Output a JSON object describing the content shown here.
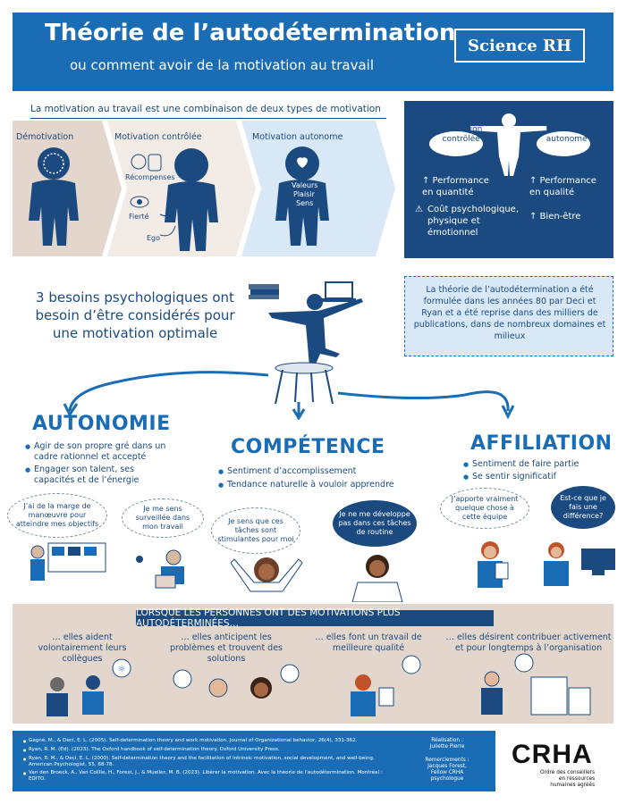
{
  "header": {
    "title": "Théorie de l’autodétermination",
    "subtitle": "ou comment avoir de la motivation au travail",
    "brand": "Science RH"
  },
  "intro": "La motivation au travail est une combinaison de deux types de motivation",
  "motivation_types": {
    "demotivation": "Démotivation",
    "controlled": "Motivation contrôlée",
    "autonomous": "Motivation autonome",
    "rewards": "Récompenses",
    "pride": "Fierté",
    "ego": "Ego",
    "values": [
      "Valeurs",
      "Plaisir",
      "Sens"
    ]
  },
  "comparison": {
    "left_label": [
      "Motivation",
      "contrôlée"
    ],
    "right_label": [
      "Motivation",
      "autonome"
    ],
    "left_items": [
      "↑ Performance",
      "en quantité",
      "Coût psychologique,",
      "physique et",
      "émotionnel"
    ],
    "right_items": [
      "↑ Performance",
      "en qualité",
      "↑ Bien-être"
    ]
  },
  "needs": {
    "title": [
      "3 besoins psychologiques ont",
      "besoin d’être considérés pour",
      "une motivation optimale"
    ],
    "info": "La théorie de l’autodétermination a été formulée dans les années 80 par Deci et Ryan et a été reprise dans des milliers de publications, dans de nombreux domaines et milieux",
    "autonomie": {
      "heading": "AUTONOMIE",
      "bullets": [
        "Agir de son propre gré dans un cadre rationnel et accepté",
        "Engager son talent, ses capacités et de l’énergie"
      ],
      "bubble_1": "J’ai de la marge de manœuvre pour atteindre mes objectifs",
      "bubble_2": "Je me sens surveillée dans mon travail"
    },
    "competence": {
      "heading": "COMPÉTENCE",
      "bullets": [
        "Sentiment d’accomplissement",
        "Tendance naturelle à vouloir apprendre"
      ],
      "bubble_1": "Je sens que ces tâches sont stimulantes pour moi",
      "bubble_2": "Je ne me développe pas dans ces tâches de routine"
    },
    "affiliation": {
      "heading": "AFFILIATION",
      "bullets": [
        "Sentiment de faire partie",
        "Se sentir significatif"
      ],
      "bubble_1": "J’apporte vraiment quelque chose à cette équipe",
      "bubble_2": "Est-ce que je fais une différence?"
    }
  },
  "results": {
    "band": "LORSQUE LES PERSONNES ONT DES MOTIVATIONS PLUS AUTODÉTERMINÉES…",
    "items": [
      "… elles aident volontairement leurs collègues",
      "… elles anticipent les problèmes et trouvent des solutions",
      "… elles font un travail de meilleure qualité",
      "… elles désirent contribuer activement et pour longtemps à l’organisation"
    ]
  },
  "footer": {
    "references": [
      "Gagné, M., & Deci, E. L. (2005). Self-determination theory and work motivation. Journal of Organizational behavior, 26(4), 331-362.",
      "Ryan, R. M. (Ed). (2023). The Oxford handbook of self-determination theory. Oxford University Press.",
      "Ryan, R. M., & Deci, E. L. (2000). Self-determination theory and the facilitation of intrinsic motivation, social development, and well-being. American Psychologist, 55, 68-78.",
      "Van den Broeck, A., Van Colilie, H., Forest, J., & Mueller, M. B. (2023). Libérer la motivation. Avec la théorie de l’autodétermination. Montréal : EDITO."
    ],
    "realisation": [
      "Réalisation :",
      "Juliette Pierre"
    ],
    "remerciements": [
      "Remerciements :",
      "Jacques Forest,",
      "Fellow CRHA",
      "psychologue"
    ],
    "logo": "CRHA",
    "logo_sub": [
      "Ordre des conseillers",
      "en ressources",
      "humaines agréés"
    ]
  },
  "colors": {
    "primary": "#1a6db5",
    "dark": "#1a4a80",
    "beige": "#e3d6cd",
    "light_blue": "#d8e8f7"
  }
}
